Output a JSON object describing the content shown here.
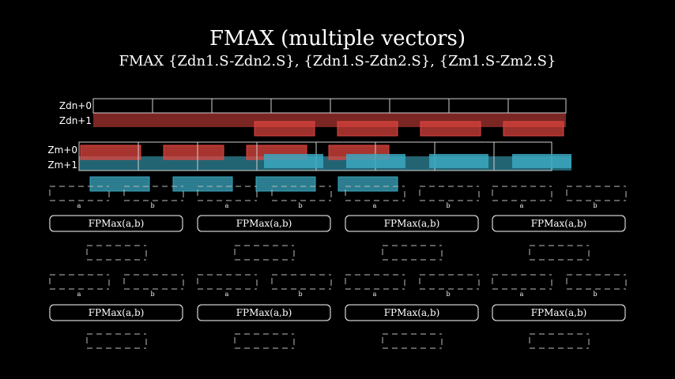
{
  "title": "FMAX (multiple vectors)",
  "subtitle": "FMAX {Zdn1.S-Zdn2.S}, {Zdn1.S-Zdn2.S}, {Zm1.S-Zm2.S}",
  "registers": {
    "zdn0": "Zdn+0",
    "zdn1": "Zdn+1",
    "zm0": "Zm+0",
    "zm1": "Zm+1"
  },
  "operands": {
    "a": "a",
    "b": "b"
  },
  "operation_label": "FPMax(a,b)",
  "colors": {
    "background": "#000000",
    "outline": "#cfcfcf",
    "zdn_fill": "#e0453f",
    "zm_fill": "#3aa7bf",
    "dashed": "#bbbbbb"
  }
}
